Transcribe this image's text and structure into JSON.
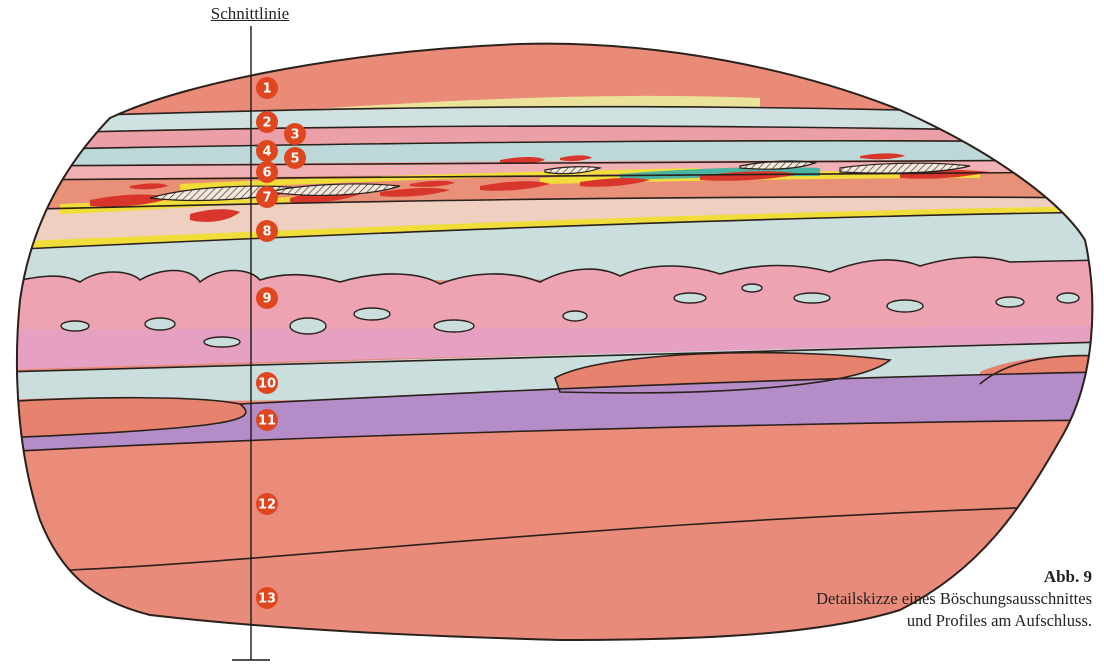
{
  "section_line_label": "Schnittlinie",
  "layer_numbers": [
    "1",
    "2",
    "3",
    "4",
    "5",
    "6",
    "7",
    "8",
    "9",
    "10",
    "11",
    "12",
    "13"
  ],
  "caption": {
    "title": "Abb. 9",
    "line1": "Detailskizze eines Böschungsausschnittes",
    "line2": "und Profiles am Aufschluss."
  },
  "colors": {
    "salmon": "#e98b78",
    "rose": "#efa0ab",
    "light_blue": "#c8dcdc",
    "lilac": "#b48cc8",
    "yellow": "#f0dd3a",
    "red": "#d8362a",
    "marker": "#e0461e",
    "outline": "#2a201c"
  }
}
